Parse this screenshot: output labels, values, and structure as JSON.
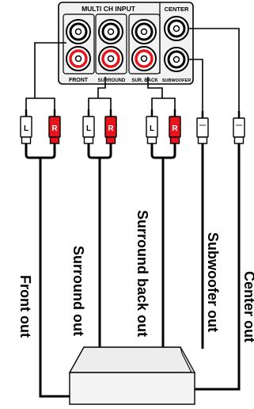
{
  "panel": {
    "title": "MULTI CH INPUT",
    "center_label": "CENTER",
    "jack_labels": {
      "front": "FRONT",
      "surround": "SURROUND",
      "sur_back": "SUR. BACK",
      "subwoofer": "SUBWOOFER"
    }
  },
  "plugs": {
    "left_letter": "L",
    "right_letter": "R"
  },
  "cables": {
    "front": "Front out",
    "surround": "Surround out",
    "surround_back": "Surround back out",
    "subwoofer": "Subwoofer out",
    "center": "Center out"
  },
  "colors": {
    "right_channel": "#e8141c",
    "line": "#000000",
    "panel_fill": "#f2f2f2",
    "device_fill": "#ededed"
  }
}
